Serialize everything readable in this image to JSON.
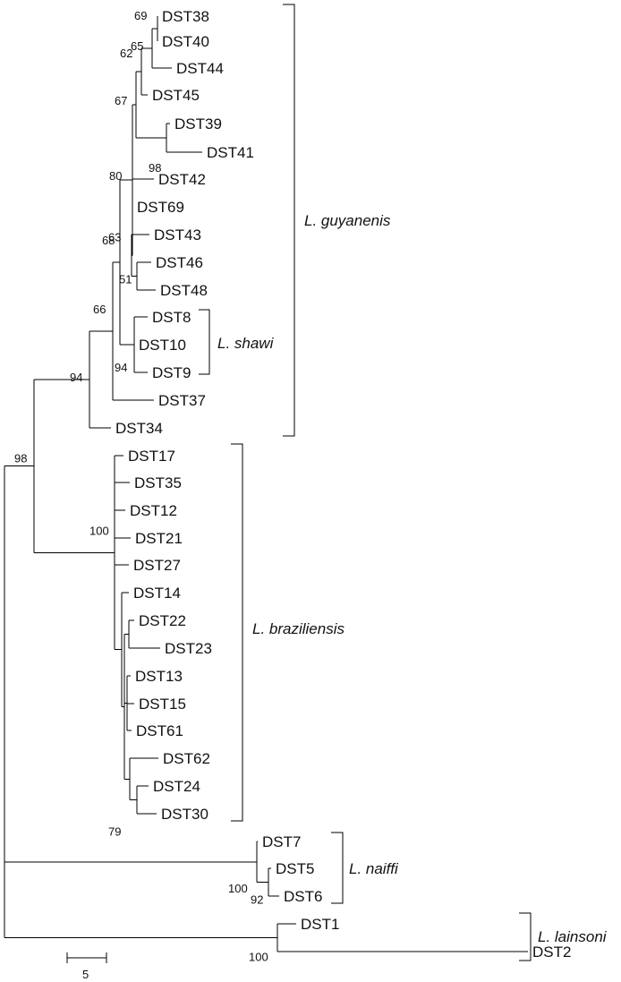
{
  "figure": {
    "bootstrap": [
      "69",
      "65",
      "62",
      "67",
      "98",
      "80",
      "63",
      "68",
      "51",
      "94",
      "66",
      "94",
      "98",
      "100",
      "79",
      "100",
      "92",
      "100"
    ],
    "clades": [
      {
        "name": "L. guyanenis"
      },
      {
        "name": "L. shawi"
      },
      {
        "name": "L. braziliensis"
      },
      {
        "name": "L. naiffi"
      },
      {
        "name": "L. lainsoni"
      }
    ],
    "scale_bar": {
      "label": "5"
    }
  },
  "tree": {
    "name": "root",
    "children": [
      {
        "name": "n_guy_braz",
        "bs": "98",
        "children": [
          {
            "name": "n_guy",
            "bs": "94",
            "children": [
              {
                "name": "n66",
                "bs": "66",
                "children": [
                  {
                    "name": "n68",
                    "bs": "68",
                    "children": [
                      {
                        "name": "n80",
                        "bs": "80",
                        "children": [
                          {
                            "name": "n67",
                            "bs": "67",
                            "children": [
                              {
                                "name": "n62",
                                "bs": "62",
                                "children": [
                                  {
                                    "name": "n65",
                                    "bs": "65",
                                    "children": [
                                      {
                                        "name": "n69",
                                        "bs": "69",
                                        "children": [
                                          {
                                            "name": "DST38"
                                          },
                                          {
                                            "name": "DST40"
                                          }
                                        ]
                                      },
                                      {
                                        "name": "DST44"
                                      }
                                    ]
                                  },
                                  {
                                    "name": "DST45"
                                  }
                                ]
                              },
                              {
                                "name": "n98b",
                                "bs": "98",
                                "children": [
                                  {
                                    "name": "DST39"
                                  },
                                  {
                                    "name": "DST41"
                                  }
                                ]
                              }
                            ]
                          },
                          {
                            "name": "DST42"
                          },
                          {
                            "name": "DST69"
                          },
                          {
                            "name": "n63",
                            "bs": "63",
                            "children": [
                              {
                                "name": "DST43"
                              },
                              {
                                "name": "n51",
                                "bs": "51",
                                "children": [
                                  {
                                    "name": "DST46"
                                  },
                                  {
                                    "name": "DST48"
                                  }
                                ]
                              }
                            ]
                          }
                        ]
                      },
                      {
                        "name": "n94s",
                        "bs": "94",
                        "children": [
                          {
                            "name": "DST8"
                          },
                          {
                            "name": "DST10"
                          },
                          {
                            "name": "DST9"
                          }
                        ]
                      }
                    ]
                  },
                  {
                    "name": "DST37"
                  }
                ]
              },
              {
                "name": "DST34"
              }
            ]
          },
          {
            "name": "n_braz",
            "bs": "100",
            "children": [
              {
                "name": "DST17"
              },
              {
                "name": "DST35"
              },
              {
                "name": "DST12"
              },
              {
                "name": "DST21"
              },
              {
                "name": "DST27"
              },
              {
                "name": "n_b2",
                "children": [
                  {
                    "name": "DST14"
                  },
                  {
                    "name": "n_b3",
                    "children": [
                      {
                        "name": "n_b4",
                        "children": [
                          {
                            "name": "DST22"
                          },
                          {
                            "name": "DST23"
                          }
                        ]
                      },
                      {
                        "name": "n_b5",
                        "children": [
                          {
                            "name": "DST13"
                          },
                          {
                            "name": "DST15"
                          },
                          {
                            "name": "DST61"
                          }
                        ]
                      },
                      {
                        "name": "n_b6",
                        "children": [
                          {
                            "name": "DST62"
                          },
                          {
                            "name": "n79",
                            "bs": "79",
                            "children": [
                              {
                                "name": "DST24"
                              },
                              {
                                "name": "DST30"
                              }
                            ]
                          }
                        ]
                      }
                    ]
                  }
                ]
              }
            ]
          }
        ]
      },
      {
        "name": "n_naiffi",
        "bs": "100",
        "children": [
          {
            "name": "DST7"
          },
          {
            "name": "n92",
            "bs": "92",
            "children": [
              {
                "name": "DST5"
              },
              {
                "name": "DST6"
              }
            ]
          }
        ]
      },
      {
        "name": "n_lain",
        "bs": "100",
        "children": [
          {
            "name": "DST1"
          },
          {
            "name": "DST2"
          }
        ]
      }
    ]
  }
}
